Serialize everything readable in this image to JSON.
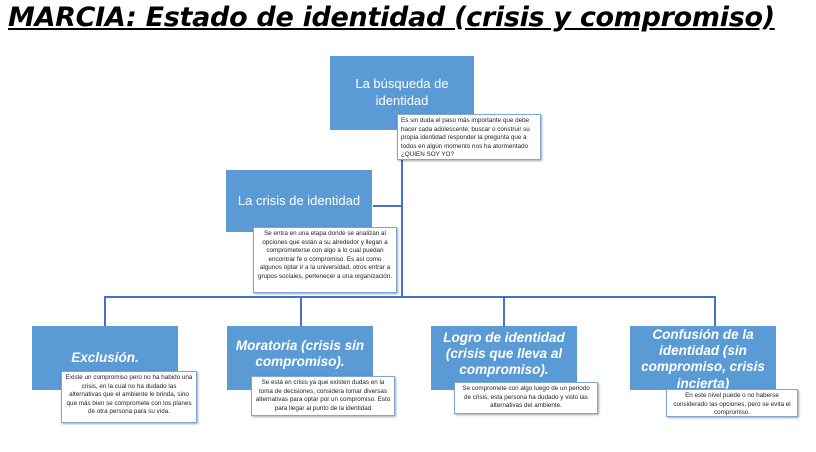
{
  "title": "MARCIA: Estado de identidad (crisis y compromiso)",
  "nodes": {
    "root": {
      "label": "La búsqueda de identidad",
      "note": "Es sin duda el paso más importante que debe hacer cada adolescente; buscar o construir su propia identidad responder la pregunta que a todos en algún momento nos ha atormentado ¿QUIEN SOY YO?"
    },
    "crisis": {
      "label": "La crisis de identidad",
      "note": "Se entra en una etapa donde se analizan al opciones que están a su alrededor y llegan a comprometerse con algo a lo cual puedan encontrar fe o compromiso. Es así como algunos optar ir a la universidad, otros entrar a grupos sociales, pertenecer a una organización."
    },
    "exclusion": {
      "label": "Exclusión.",
      "note": "Existe un compromiso pero no ha habido una crisis, en la cual no ha dudado las alternativas que el ambiente le brinda, sino que más bien se compromete con los planes de otra persona para su vida."
    },
    "moratoria": {
      "label": "Moratoria (crisis sin compromiso).",
      "note": "Se está en crisis ya que existen dudas en la toma de decisiones, considera tomar diversas alternativas para optar por un compromiso. Esto para llegar al punto de la identidad"
    },
    "logro": {
      "label": "Logro de identidad (crisis que lleva al compromiso).",
      "note": "Se compromete con algo luego de un periodo de crisis, esta persona ha dudado y visto las alternativas del ambiente."
    },
    "confusion": {
      "label": "Confusión de la identidad (sin compromiso, crisis incierta)",
      "note": "En este nivel puede o no haberse considerado las opciones, pero se evita el compromiso."
    }
  }
}
